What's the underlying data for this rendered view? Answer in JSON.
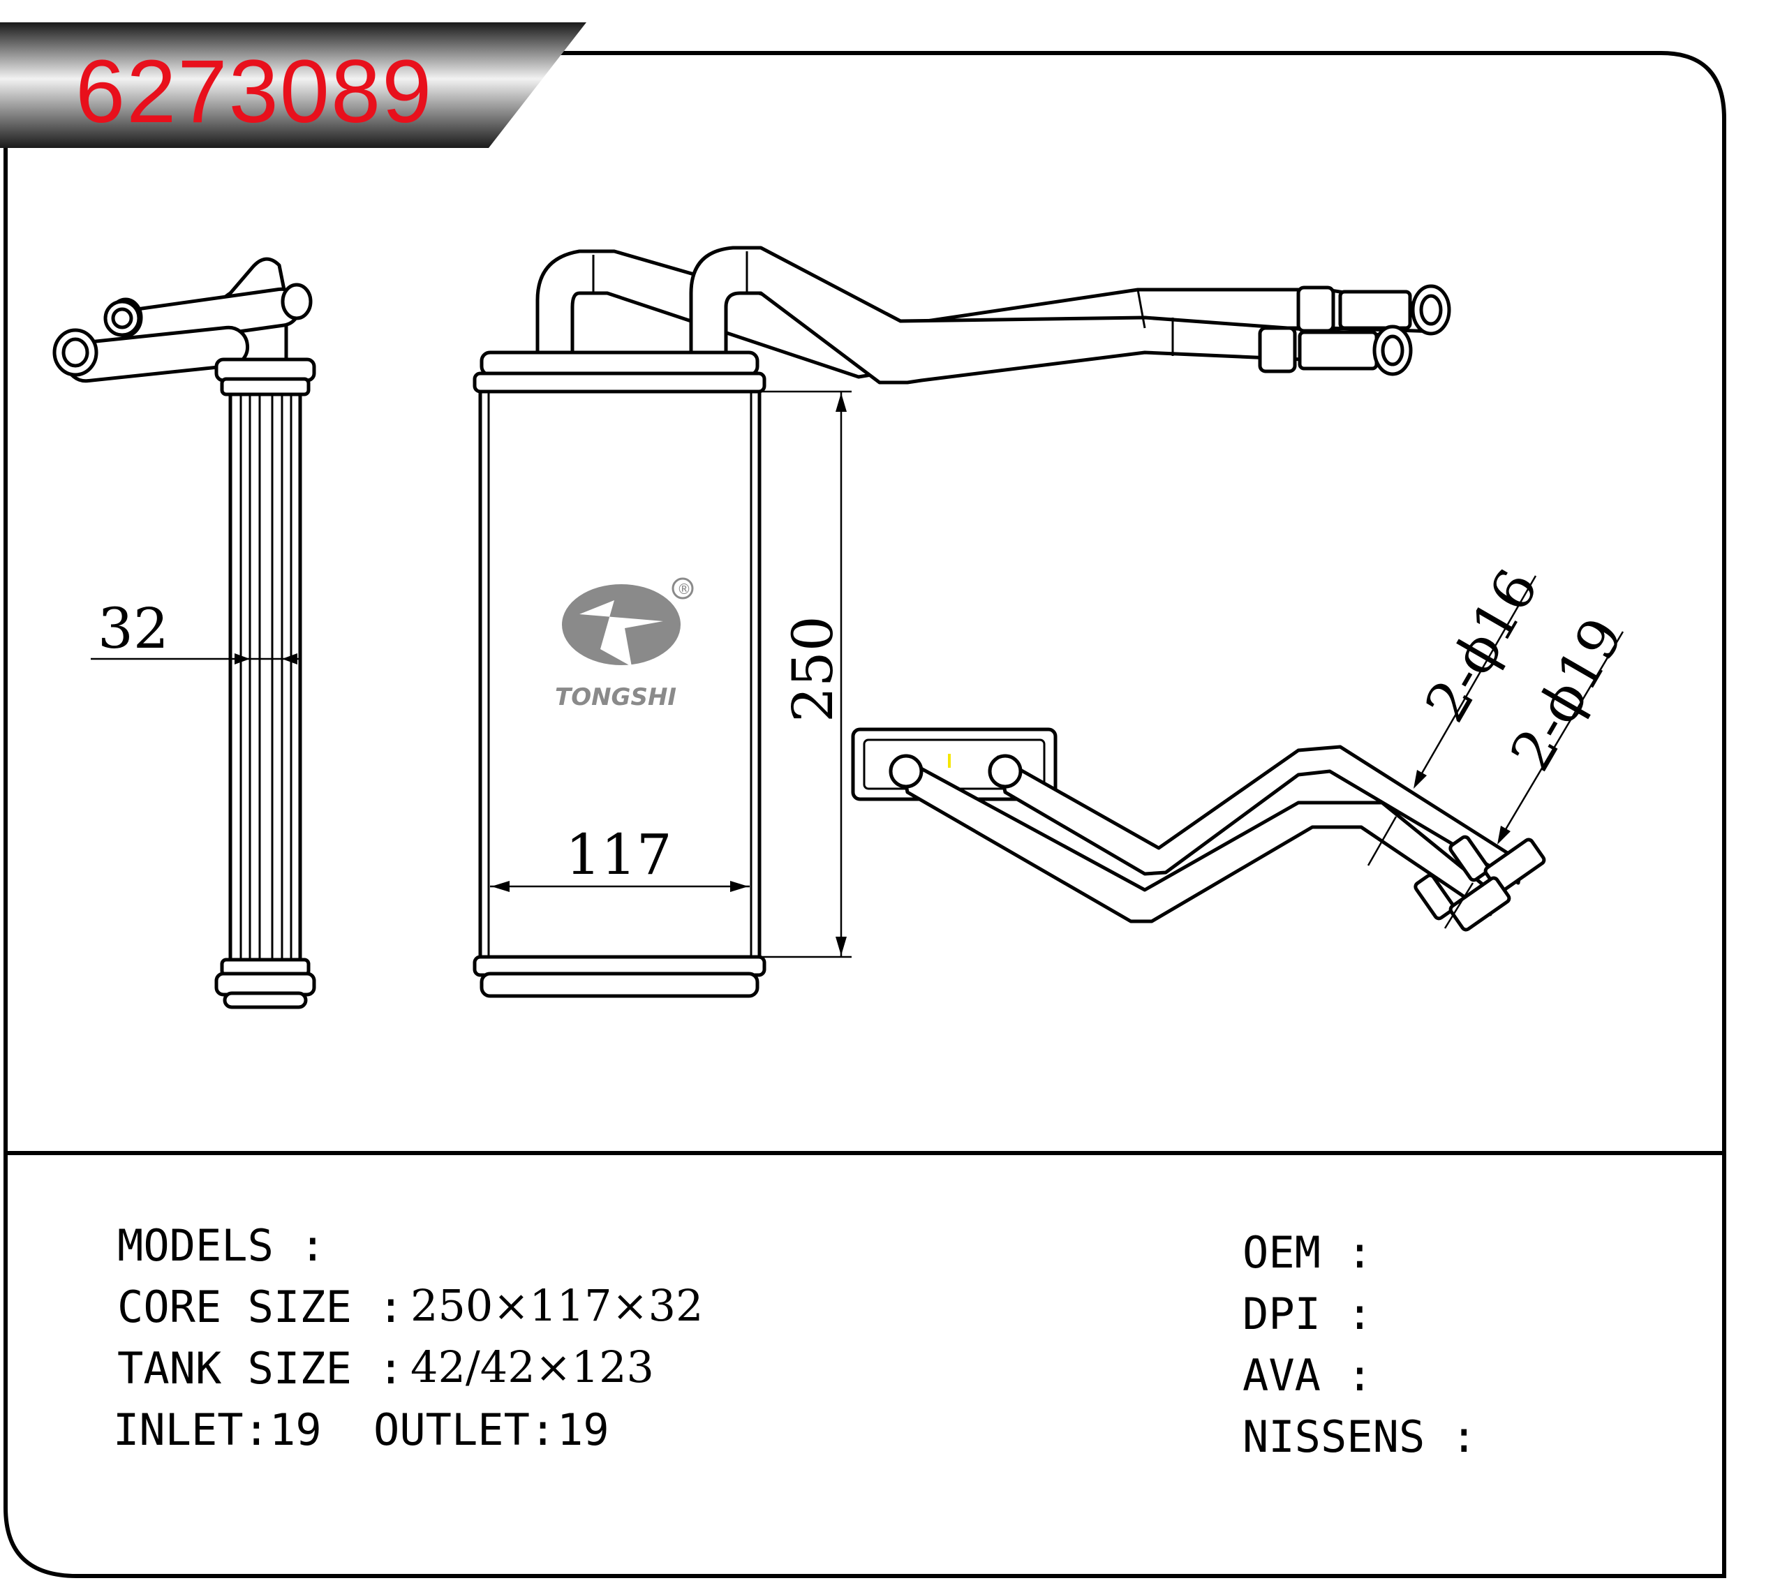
{
  "header": {
    "part_number": "6273089"
  },
  "dimensions": {
    "thickness": "32",
    "height": "250",
    "width": "117",
    "outlet_diameter": "2-ϕ16",
    "inlet_diameter": "2-ϕ19"
  },
  "logo": {
    "brand": "TONGSHI",
    "registered_mark": "®"
  },
  "specs": {
    "models_label": "MODELS :",
    "models_value": "",
    "core_label": "CORE SIZE :",
    "core_value": "250×117×32",
    "tank_label": "TANK SIZE :",
    "tank_value": "42/42×123",
    "inlet_label": "INLET:",
    "inlet_value": "19",
    "outlet_label": "OUTLET:",
    "outlet_value": "19"
  },
  "refs": {
    "oem_label": "OEM :",
    "dpi_label": "DPI :",
    "ava_label": "AVA :",
    "nissens_label": "NISSENS :"
  },
  "colors": {
    "part_number": "#e8101c",
    "logo_gray": "#8a8a8a",
    "line": "#000000"
  }
}
